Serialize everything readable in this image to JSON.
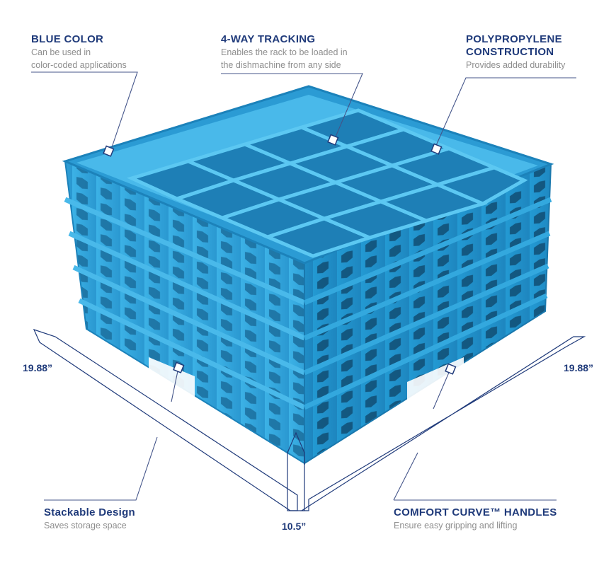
{
  "callouts": {
    "blue_color": {
      "title": "BLUE COLOR",
      "desc_lines": [
        "Can be used in",
        "color-coded applications"
      ]
    },
    "four_way": {
      "title": "4-WAY TRACKING",
      "desc_lines": [
        "Enables the rack to be loaded in",
        "the dishmachine from any side"
      ]
    },
    "polypropylene": {
      "title_lines": [
        "POLYPROPYLENE",
        "CONSTRUCTION"
      ],
      "desc": "Provides added durability"
    },
    "stackable": {
      "title": "Stackable Design",
      "desc": "Saves storage space"
    },
    "comfort_curve": {
      "title": "COMFORT CURVE™ HANDLES",
      "desc": "Ensure easy gripping and lifting"
    }
  },
  "dimensions": {
    "left": "19.88”",
    "right": "19.88”",
    "height": "10.5”"
  },
  "colors": {
    "navy": "#1f3a7a",
    "rack_blue": "#2e9fd8",
    "rack_light": "#5cc3ee",
    "rack_dark": "#1d7fb5",
    "leader_line": "#44558a"
  }
}
